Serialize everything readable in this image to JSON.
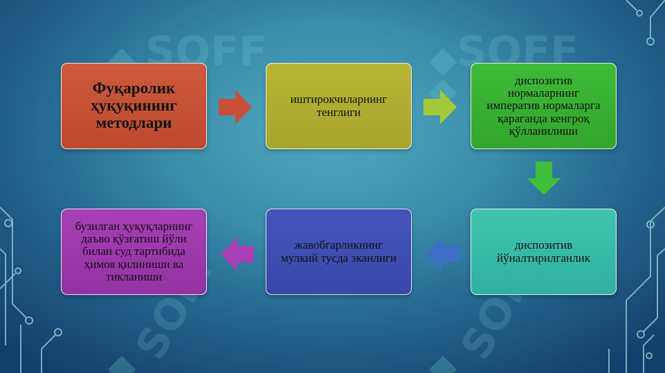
{
  "watermark": "SOFF",
  "colors": {
    "box_1": "#c4523a",
    "box_2": "#b0ae30",
    "box_3": "#38b033",
    "box_4": "#38baa7",
    "box_5": "#404eb0",
    "box_6": "#9c38ab",
    "arrow_1": "#c8503a",
    "arrow_2": "#a3c838",
    "arrow_3": "#3ebe3a",
    "arrow_4": "#3f6fc4",
    "arrow_5": "#a641b6"
  },
  "diagram": {
    "boxes": [
      {
        "lines": [
          "Фуқаролик",
          "ҳуқуқининг",
          "методлари"
        ]
      },
      {
        "lines": [
          "иштирокчиларнинг",
          "тенглиги"
        ]
      },
      {
        "lines": [
          "диспозитив",
          "нормаларнинг",
          "императив нормаларга",
          "қараганда кенгроқ",
          "қўлланилиши"
        ]
      },
      {
        "lines": [
          "диспозитив",
          "йўналтирилганлик"
        ]
      },
      {
        "lines": [
          "жавобгарликнинг",
          "мулкий тусда эканлиги"
        ]
      },
      {
        "lines": [
          "бузилган ҳуқуқларнинг",
          "даъво қўзғатиш йўли",
          "билан суд тартибида",
          "ҳимоя қилиниши ва",
          "тикланиши"
        ]
      }
    ]
  }
}
